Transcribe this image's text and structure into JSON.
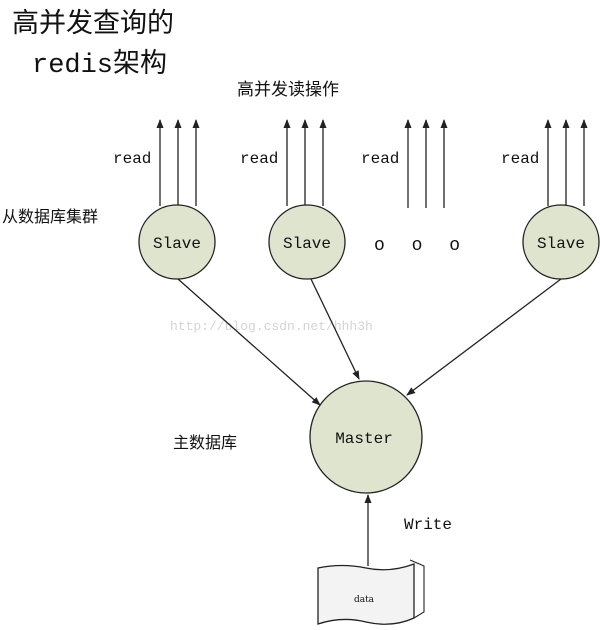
{
  "title_line1": "高并发查询的",
  "title_line2": "redis架构",
  "read_ops_label": "高并发读操作",
  "slave_cluster_label": "从数据库集群",
  "master_db_label": "主数据库",
  "read_label": "read",
  "slave_label": "Slave",
  "master_label": "Master",
  "write_label": "Write",
  "data_label": "data",
  "ellipsis_dots": "o o o",
  "watermark": "http://blog.csdn.net/hhh3h",
  "colors": {
    "node_fill": "#dfe4cf",
    "stroke": "#222222"
  }
}
